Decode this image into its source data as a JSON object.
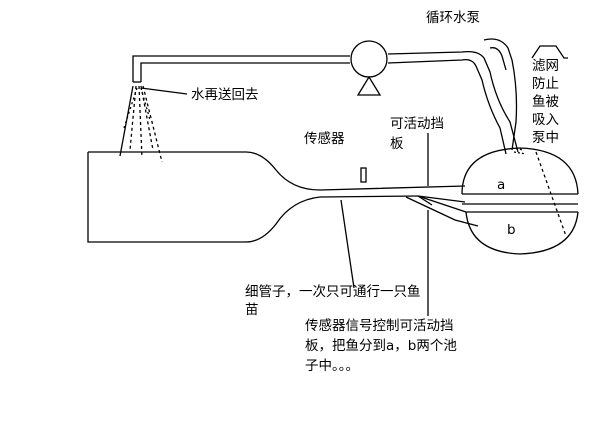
{
  "labels": {
    "pump": "循环水泵",
    "return_water": "水再送回去",
    "sensor": "传感器",
    "gate_line1": "可活动挡",
    "gate_line2": "板",
    "net_line1": "滤网",
    "net_line2": "防止",
    "net_line3": "鱼被",
    "net_line4": "吸入",
    "net_line5": "泵中",
    "pool_a": "a",
    "pool_b": "b",
    "tube_line1": "细管子，一次只可通行一只鱼",
    "tube_line2": "苗",
    "signal_line1": "传感器信号控制可活动挡",
    "signal_line2": "板，把鱼分到a，b两个池",
    "signal_line3": "子中。。。"
  }
}
